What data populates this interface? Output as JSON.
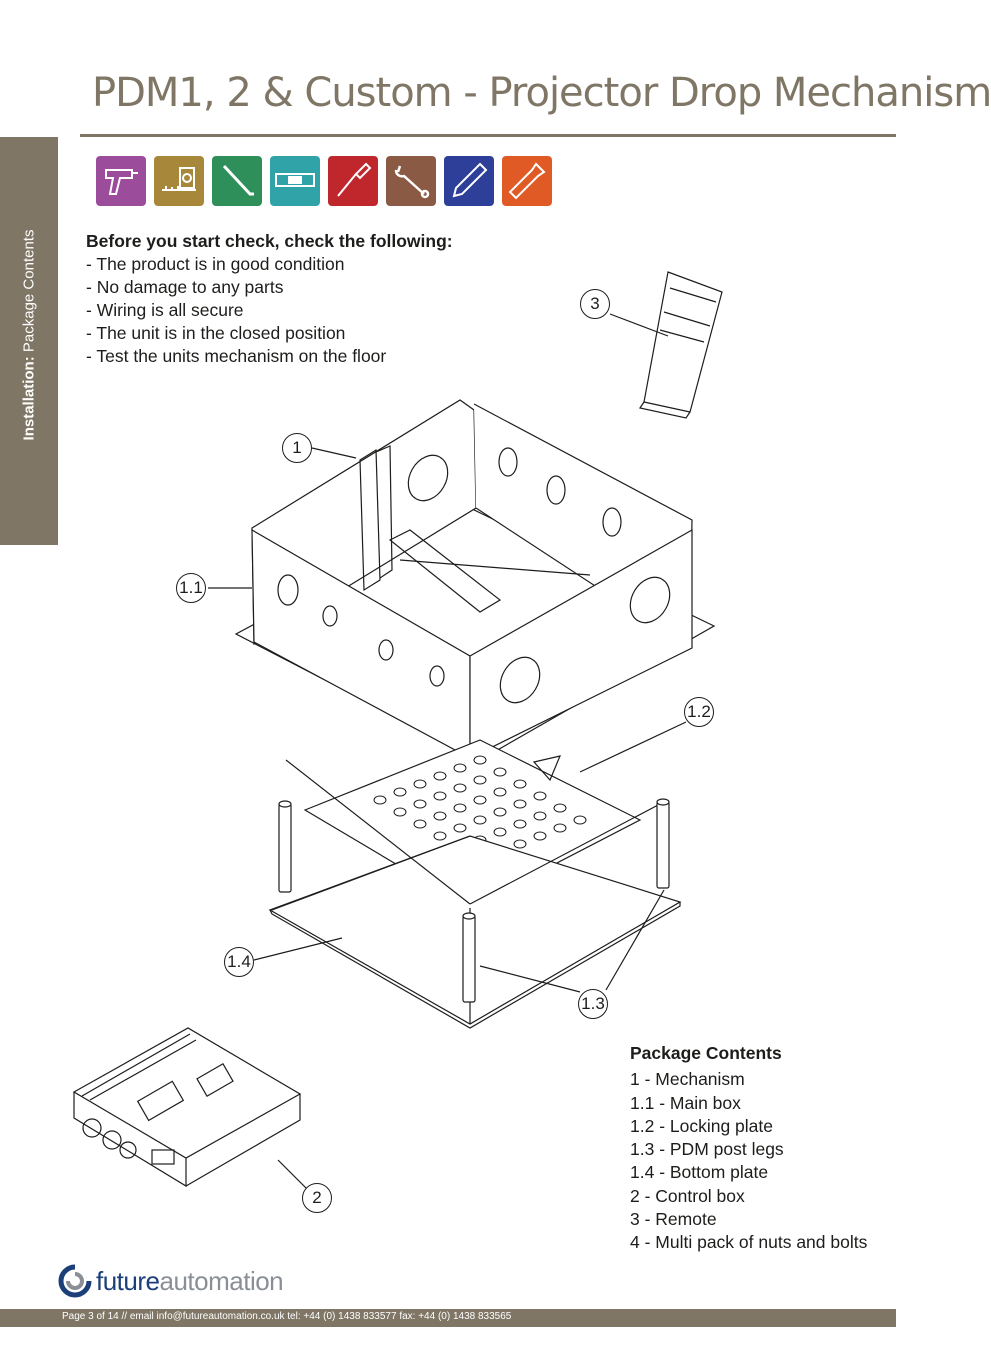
{
  "header": {
    "title": "PDM1, 2 & Custom - Projector Drop Mechanism"
  },
  "side_tab": {
    "section": "Installation:",
    "topic": "Package Contents"
  },
  "tools": [
    {
      "icon": "drill-icon",
      "color": "#9b4d9b"
    },
    {
      "icon": "tape-measure-icon",
      "color": "#a7873a"
    },
    {
      "icon": "allen-key-icon",
      "color": "#2f8f5b"
    },
    {
      "icon": "spirit-level-icon",
      "color": "#2fa3a8"
    },
    {
      "icon": "screwdriver-icon",
      "color": "#c0272d"
    },
    {
      "icon": "spanner-icon",
      "color": "#8a5a44"
    },
    {
      "icon": "pencil-icon",
      "color": "#2d3f98"
    },
    {
      "icon": "saw-icon",
      "color": "#e05a26"
    }
  ],
  "checklist": {
    "heading": "Before you start check, check the following:",
    "items": [
      "- The product is in good condition",
      "- No damage to any parts",
      "- Wiring is all secure",
      "- The unit is in the closed position",
      "- Test the units mechanism on the floor"
    ]
  },
  "callouts": [
    "3",
    "1",
    "1.1",
    "1.2",
    "1.4",
    "1.3",
    "2"
  ],
  "package_contents": {
    "heading": "Package Contents",
    "items": [
      "1 - Mechanism",
      "1.1 - Main box",
      "1.2 - Locking plate",
      "1.3 - PDM post legs",
      "1.4 - Bottom plate",
      "2 - Control box",
      "3 - Remote",
      "4 - Multi pack of nuts and bolts"
    ]
  },
  "logo": {
    "bold": "future",
    "light": "automation"
  },
  "footer": {
    "text": "Page 3 of 14 // email info@futureautomation.co.uk  tel: +44 (0) 1438 833577  fax: +44 (0) 1438 833565"
  },
  "colors": {
    "brand": "#7f7666",
    "logo_blue": "#1c3f7a"
  }
}
